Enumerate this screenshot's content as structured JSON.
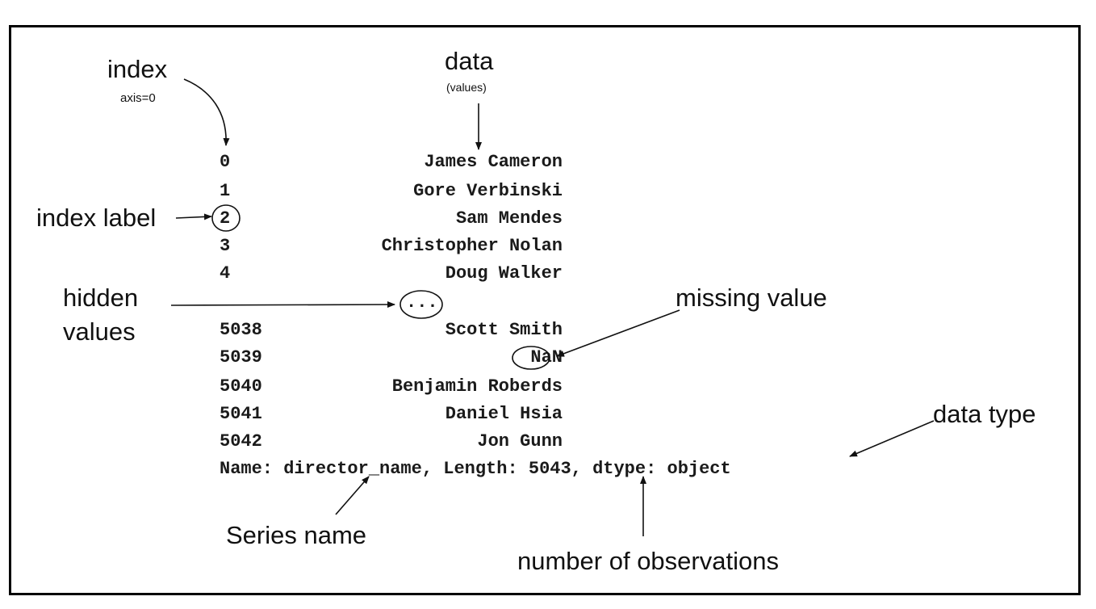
{
  "annotations": {
    "index": "index",
    "axis": "axis=0",
    "data": "data",
    "values_note": "(values)",
    "index_label": "index label",
    "hidden_values_line1": "hidden",
    "hidden_values_line2": "values",
    "missing_value": "missing value",
    "data_type": "data type",
    "series_name": "Series name",
    "number_of_observations": "number of observations"
  },
  "series": {
    "rows": [
      {
        "index": "0",
        "value": "James Cameron"
      },
      {
        "index": "1",
        "value": "Gore Verbinski"
      },
      {
        "index": "2",
        "value": "Sam Mendes"
      },
      {
        "index": "3",
        "value": "Christopher Nolan"
      },
      {
        "index": "4",
        "value": "Doug Walker"
      },
      {
        "index": "",
        "value": "..."
      },
      {
        "index": "5038",
        "value": "Scott Smith"
      },
      {
        "index": "5039",
        "value": "NaN"
      },
      {
        "index": "5040",
        "value": "Benjamin Roberds"
      },
      {
        "index": "5041",
        "value": "Daniel Hsia"
      },
      {
        "index": "5042",
        "value": "Jon Gunn"
      }
    ],
    "footer": "Name: director_name, Length: 5043, dtype: object"
  }
}
